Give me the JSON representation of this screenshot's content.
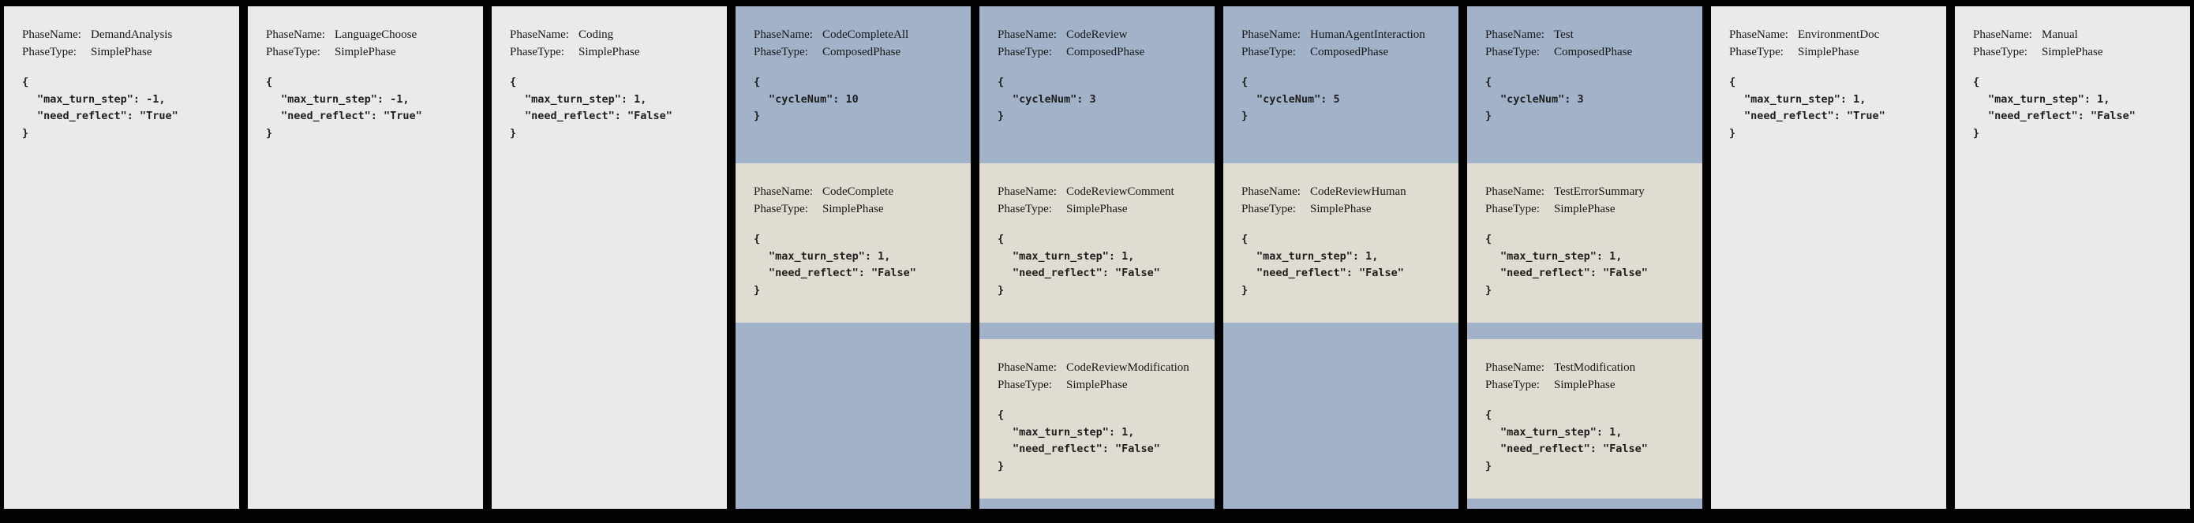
{
  "palette": {
    "frame_color": "#030303",
    "simple_phase_bg": "#e8ebe9",
    "composed_phase_bg": "#a2b3c9",
    "nested_phase_bg": "#e1dcd1"
  },
  "labels": {
    "phase_name": "PhaseName:",
    "phase_type": "PhaseType:"
  },
  "phases": [
    {
      "name": "DemandAnalysis",
      "type": "SimplePhase",
      "config": {
        "open": "{",
        "line1": "\"max_turn_step\": -1,",
        "line2": "\"need_reflect\": \"True\"",
        "close": "}"
      }
    },
    {
      "name": "LanguageChoose",
      "type": "SimplePhase",
      "config": {
        "open": "{",
        "line1": "\"max_turn_step\": -1,",
        "line2": "\"need_reflect\": \"True\"",
        "close": "}"
      }
    },
    {
      "name": "Coding",
      "type": "SimplePhase",
      "config": {
        "open": "{",
        "line1": "\"max_turn_step\": 1,",
        "line2": "\"need_reflect\": \"False\"",
        "close": "}"
      }
    },
    {
      "name": "CodeCompleteAll",
      "type": "ComposedPhase",
      "config": {
        "open": "{",
        "line1": "\"cycleNum\": 10",
        "close": "}"
      },
      "children": [
        {
          "name": "CodeComplete",
          "type": "SimplePhase",
          "config": {
            "open": "{",
            "line1": "\"max_turn_step\": 1,",
            "line2": "\"need_reflect\": \"False\"",
            "close": "}"
          }
        }
      ]
    },
    {
      "name": "CodeReview",
      "type": "ComposedPhase",
      "config": {
        "open": "{",
        "line1": "\"cycleNum\": 3",
        "close": "}"
      },
      "children": [
        {
          "name": "CodeReviewComment",
          "type": "SimplePhase",
          "config": {
            "open": "{",
            "line1": "\"max_turn_step\": 1,",
            "line2": "\"need_reflect\": \"False\"",
            "close": "}"
          }
        },
        {
          "name": "CodeReviewModification",
          "type": "SimplePhase",
          "config": {
            "open": "{",
            "line1": "\"max_turn_step\": 1,",
            "line2": "\"need_reflect\": \"False\"",
            "close": "}"
          }
        }
      ]
    },
    {
      "name": "HumanAgentInteraction",
      "type": "ComposedPhase",
      "config": {
        "open": "{",
        "line1": "\"cycleNum\": 5",
        "close": "}"
      },
      "children": [
        {
          "name": "CodeReviewHuman",
          "type": "SimplePhase",
          "config": {
            "open": "{",
            "line1": "\"max_turn_step\": 1,",
            "line2": "\"need_reflect\": \"False\"",
            "close": "}"
          }
        }
      ]
    },
    {
      "name": "Test",
      "type": "ComposedPhase",
      "config": {
        "open": "{",
        "line1": "\"cycleNum\": 3",
        "close": "}"
      },
      "children": [
        {
          "name": "TestErrorSummary",
          "type": "SimplePhase",
          "config": {
            "open": "{",
            "line1": "\"max_turn_step\": 1,",
            "line2": "\"need_reflect\": \"False\"",
            "close": "}"
          }
        },
        {
          "name": "TestModification",
          "type": "SimplePhase",
          "config": {
            "open": "{",
            "line1": "\"max_turn_step\": 1,",
            "line2": "\"need_reflect\": \"False\"",
            "close": "}"
          }
        }
      ]
    },
    {
      "name": "EnvironmentDoc",
      "type": "SimplePhase",
      "config": {
        "open": "{",
        "line1": "\"max_turn_step\": 1,",
        "line2": "\"need_reflect\": \"True\"",
        "close": "}"
      }
    },
    {
      "name": "Manual",
      "type": "SimplePhase",
      "config": {
        "open": "{",
        "line1": "\"max_turn_step\": 1,",
        "line2": "\"need_reflect\": \"False\"",
        "close": "}"
      }
    }
  ]
}
